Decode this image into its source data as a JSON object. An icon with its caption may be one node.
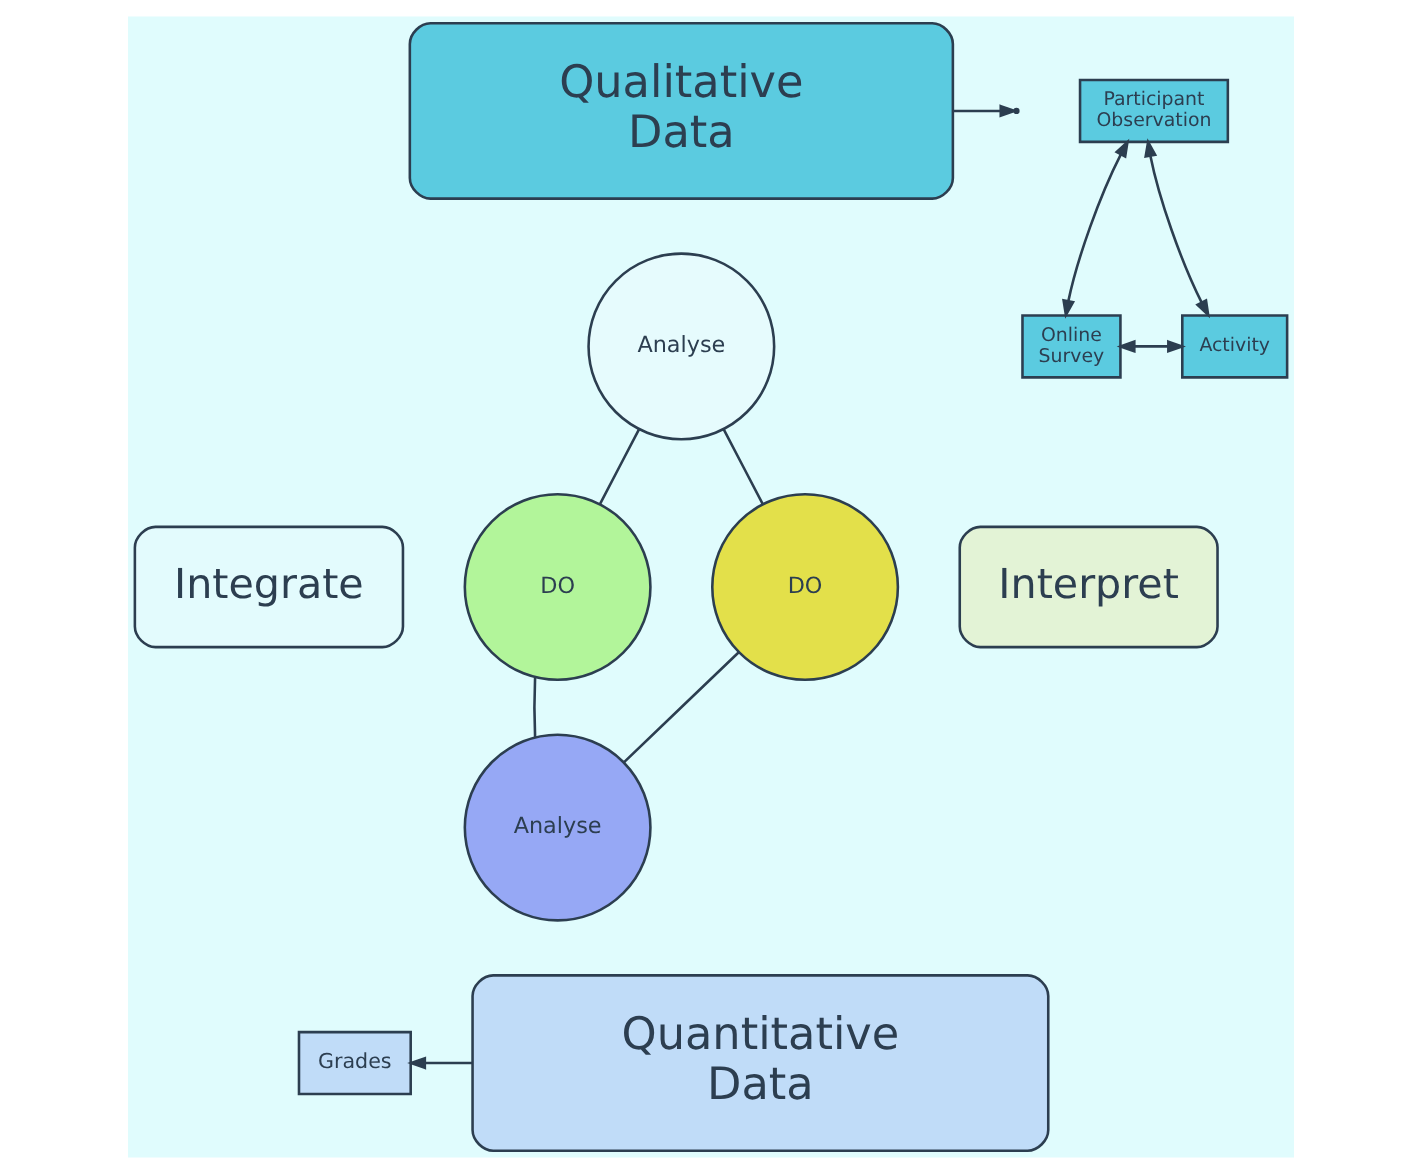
{
  "diagram": {
    "nodes": [
      {
        "text": [
          "Qualitative Data"
        ]
      },
      {
        "text": [
          "Participant Observation"
        ]
      },
      {
        "text": [
          "Online Survey"
        ]
      },
      {
        "text": [
          "Activity"
        ]
      },
      {
        "text": [
          "Analyse"
        ]
      },
      {
        "text": [
          "Integrate"
        ]
      },
      {
        "text": [
          "DO"
        ]
      },
      {
        "text": [
          "DO"
        ]
      },
      {
        "text": [
          "Interpret"
        ]
      },
      {
        "text": [
          "Analyse"
        ]
      },
      {
        "text": [
          "Grades"
        ]
      },
      {
        "text": [
          "Quantitative Data"
        ]
      }
    ],
    "edges": [
      {
        "from": 0,
        "to": null,
        "arrow": "to"
      },
      {
        "from": 1,
        "to": 2,
        "arrow": "both"
      },
      {
        "from": 1,
        "to": 3,
        "arrow": "both"
      },
      {
        "from": 2,
        "to": 3,
        "arrow": "both"
      },
      {
        "from": 4,
        "to": 6,
        "arrow": "none"
      },
      {
        "from": 4,
        "to": 7,
        "arrow": "none"
      },
      {
        "from": 6,
        "to": 9,
        "arrow": "none"
      },
      {
        "from": 7,
        "to": 9,
        "arrow": "none"
      },
      {
        "from": 11,
        "to": 10,
        "arrow": "to"
      }
    ]
  }
}
